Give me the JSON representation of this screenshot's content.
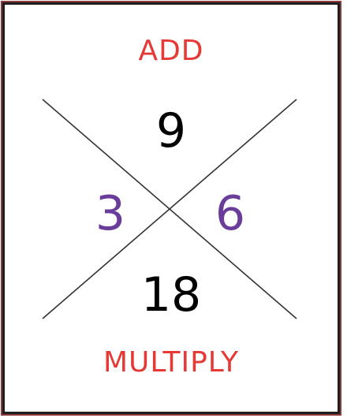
{
  "top_label": "ADD",
  "bottom_label": "MULTIPLY",
  "numbers": {
    "top": "9",
    "left": "3",
    "right": "6",
    "bottom": "18"
  },
  "colors": {
    "label": "#e53935",
    "side_numbers": "#6a3d9a",
    "center_numbers": "#000000",
    "lines": "#333333"
  }
}
